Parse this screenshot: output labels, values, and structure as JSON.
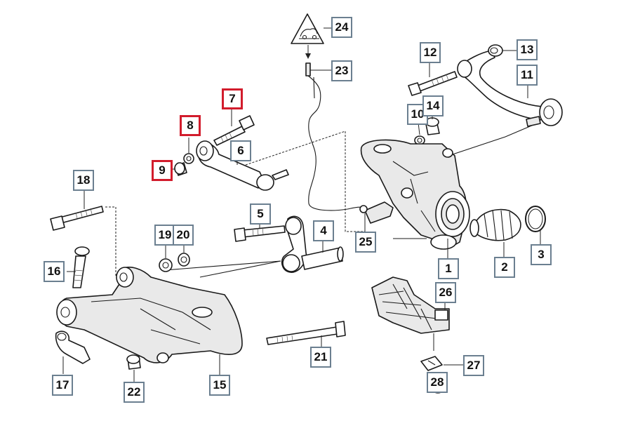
{
  "diagram": {
    "callouts": [
      "1",
      "2",
      "3",
      "4",
      "5",
      "6",
      "7",
      "8",
      "9",
      "10",
      "11",
      "12",
      "13",
      "14",
      "15",
      "16",
      "17",
      "18",
      "19",
      "20",
      "21",
      "22",
      "23",
      "24",
      "25",
      "26",
      "27",
      "28"
    ],
    "highlight_color": "#d21c2c",
    "callout_border_color": "#6b7f90",
    "icons": [
      "warning-car-icon"
    ]
  }
}
